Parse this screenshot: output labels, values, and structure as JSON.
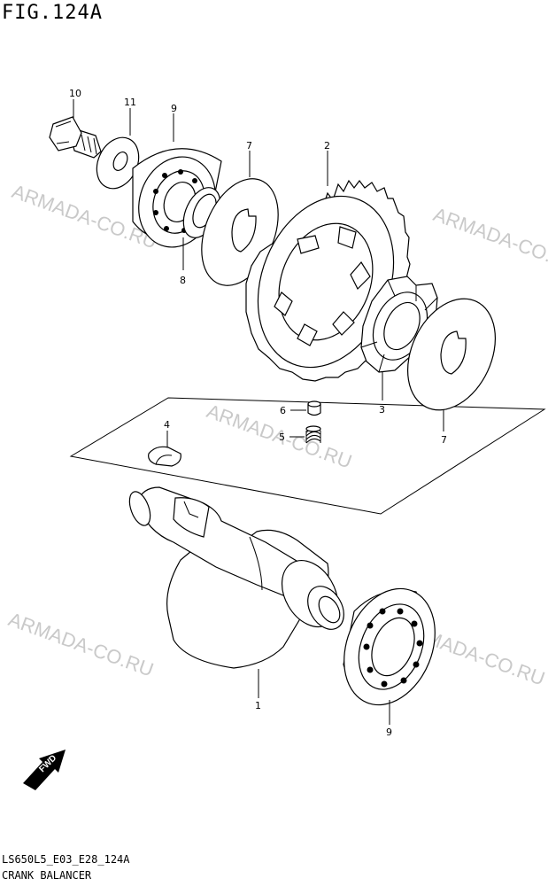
{
  "figure": {
    "title": "FIG.124A",
    "model_code": "LS650L5_E03_E28_124A",
    "section_name": "CRANK BALANCER"
  },
  "watermark": "ARMADA-CO.RU",
  "fwd_label": "FWD",
  "callouts": [
    "10",
    "11",
    "9",
    "7",
    "2",
    "8",
    "3",
    "7",
    "6",
    "5",
    "4",
    "1",
    "9"
  ]
}
